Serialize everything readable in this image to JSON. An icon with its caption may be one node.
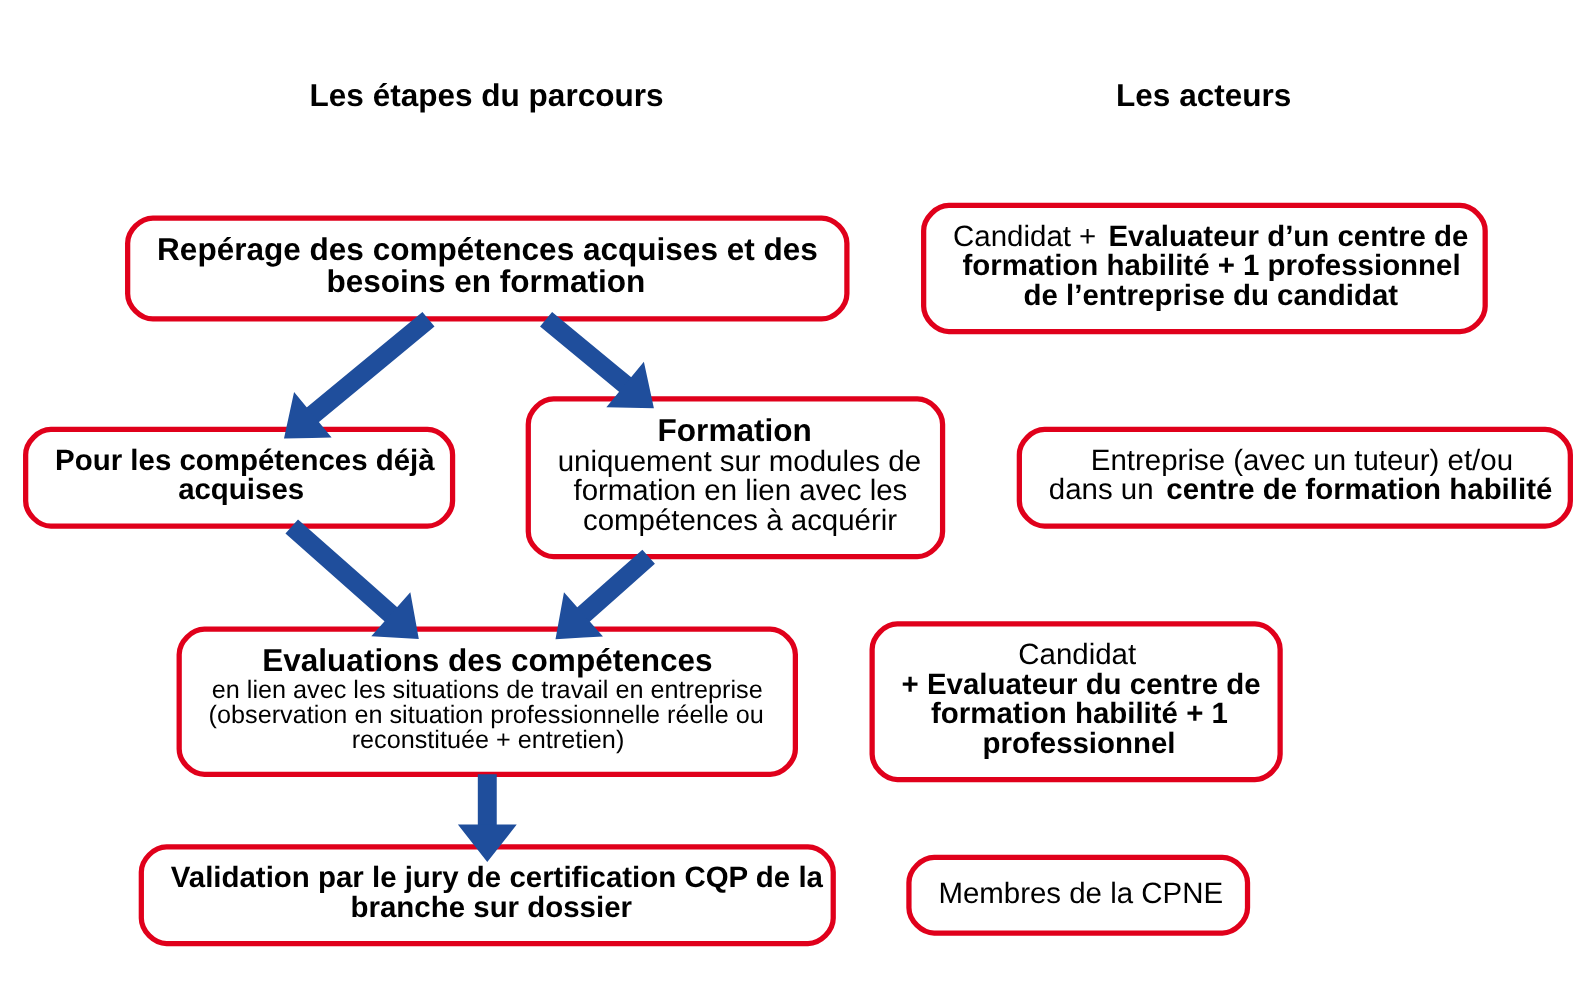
{
  "diagram": {
    "nodes": [
      {
        "text": [
          "Repérage des compétences acquises et des besoins en formation"
        ]
      },
      {
        "text": [
          "Pour les compétences déjà acquises"
        ]
      },
      {
        "text": [
          "Formation",
          "uniquement sur modules de formation en lien avec les compétences à acquérir"
        ]
      },
      {
        "text": [
          "Evaluations des compétences",
          "en lien avec les situations de travail en entreprise (observation en situation professionnelle réelle ou reconstituée + entretien)"
        ]
      },
      {
        "text": [
          "Validation par le jury de certification CQP de la branche sur dossier"
        ]
      },
      {
        "text": [
          "Candidat + **Evaluateur d’un centre de formation habilité + 1 professionnel de l’entreprise du candidat**"
        ]
      },
      {
        "text": [
          "Entreprise (avec un tuteur)  et/ou dans un **centre de formation habilité**"
        ]
      },
      {
        "text": [
          "Candidat",
          "+ Evaluateur du centre de formation habilité + 1 professionnel"
        ]
      },
      {
        "text": [
          "Membres de la  CPNE"
        ]
      }
    ],
    "edges": [
      {
        "from": 0,
        "to": 1,
        "arrow": "to"
      },
      {
        "from": 1,
        "to": 3,
        "arrow": "to"
      },
      {
        "from": 0,
        "to": 2,
        "arrow": "to"
      },
      {
        "from": 2,
        "to": 3,
        "arrow": "to"
      },
      {
        "from": 3,
        "to": 4,
        "arrow": "to"
      }
    ],
    "labels": [
      "Les étapes du parcours",
      "Les acteurs"
    ]
  }
}
